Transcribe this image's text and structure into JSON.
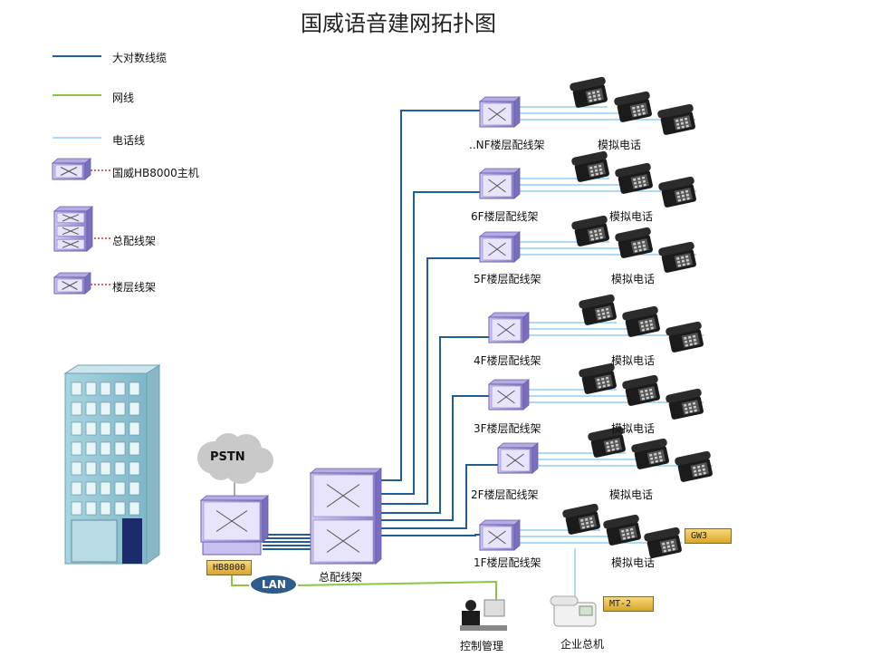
{
  "title": "国威语音建网拓扑图",
  "legend": {
    "big_cable": "大对数线缆",
    "net_cable": "网线",
    "phone_cable": "电话线",
    "host": "国威HB8000主机",
    "main_frame": "总配线架",
    "floor_frame": "楼层线架"
  },
  "floors": [
    {
      "label": "..NF楼层配线架",
      "phones": "模拟电话"
    },
    {
      "label": "6F楼层配线架",
      "phones": "模拟电话"
    },
    {
      "label": "5F楼层配线架",
      "phones": "模拟电话"
    },
    {
      "label": "4F楼层配线架",
      "phones": "模拟电话"
    },
    {
      "label": "3F楼层配线架",
      "phones": "模拟电话"
    },
    {
      "label": "2F楼层配线架",
      "phones": "模拟电话"
    },
    {
      "label": "1F楼层配线架",
      "phones": "模拟电话"
    }
  ],
  "pstn": "PSTN",
  "host_tag": "HB8000",
  "lan": "LAN",
  "main_frame_label": "总配线架",
  "gw_tag": "GW3",
  "mt_tag": "MT-2",
  "admin_label": "控制管理",
  "operator_label": "企业总机",
  "colors": {
    "big_cable": "#1f5f96",
    "net_cable": "#8cc63f",
    "phone_cable": "#5bb5e8",
    "frame": "#9b8fd0"
  }
}
